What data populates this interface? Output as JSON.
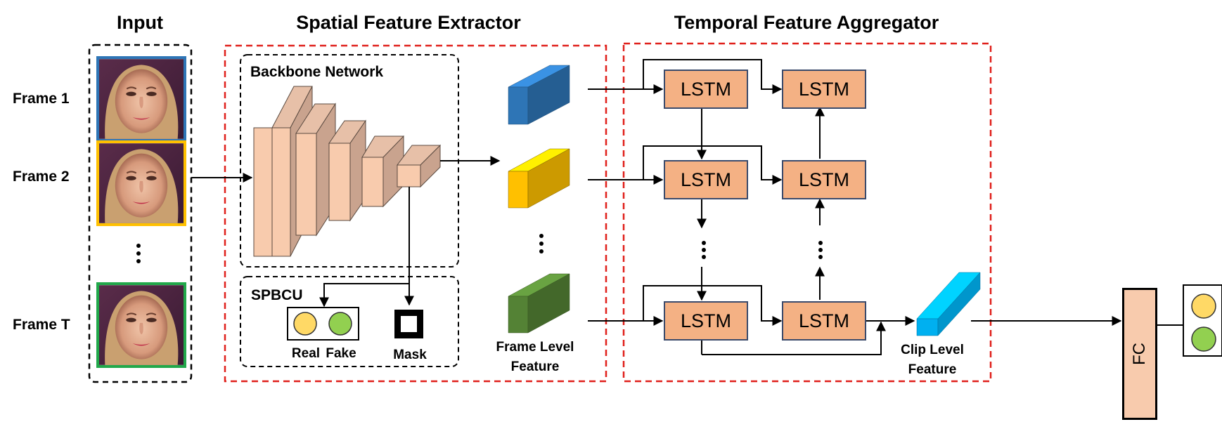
{
  "headers": {
    "input": "Input",
    "spatial": "Spatial Feature Extractor",
    "temporal": "Temporal Feature Aggregator"
  },
  "frames": [
    {
      "label": "Frame 1",
      "border_color": "#2e75b6"
    },
    {
      "label": "Frame 2",
      "border_color": "#ffc000"
    },
    {
      "label": "Frame T",
      "border_color": "#21a84a"
    }
  ],
  "spatial_extractor": {
    "backbone_label": "Backbone Network",
    "spbcu_label": "SPBCU",
    "real_label": "Real",
    "fake_label": "Fake",
    "mask_label": "Mask",
    "real_color": "#ffd966",
    "fake_color": "#92d050"
  },
  "frame_level_feature": {
    "label_line1": "Frame Level",
    "label_line2": "Feature",
    "colors": [
      "#2e75b6",
      "#ffc000",
      "#548235"
    ]
  },
  "temporal_aggregator": {
    "lstm_label": "LSTM",
    "clip_label_line1": "Clip Level",
    "clip_label_line2": "Feature",
    "clip_color": "#00b0f0"
  },
  "classifier": {
    "fc_label": "FC",
    "output_colors": [
      "#ffd966",
      "#92d050"
    ]
  },
  "colors": {
    "dashed_black": "#000000",
    "dashed_red": "#e0201b",
    "lstm_fill": "#f4b184",
    "backbone_front": "#f8cbad",
    "backbone_side": "#c9a38e"
  }
}
